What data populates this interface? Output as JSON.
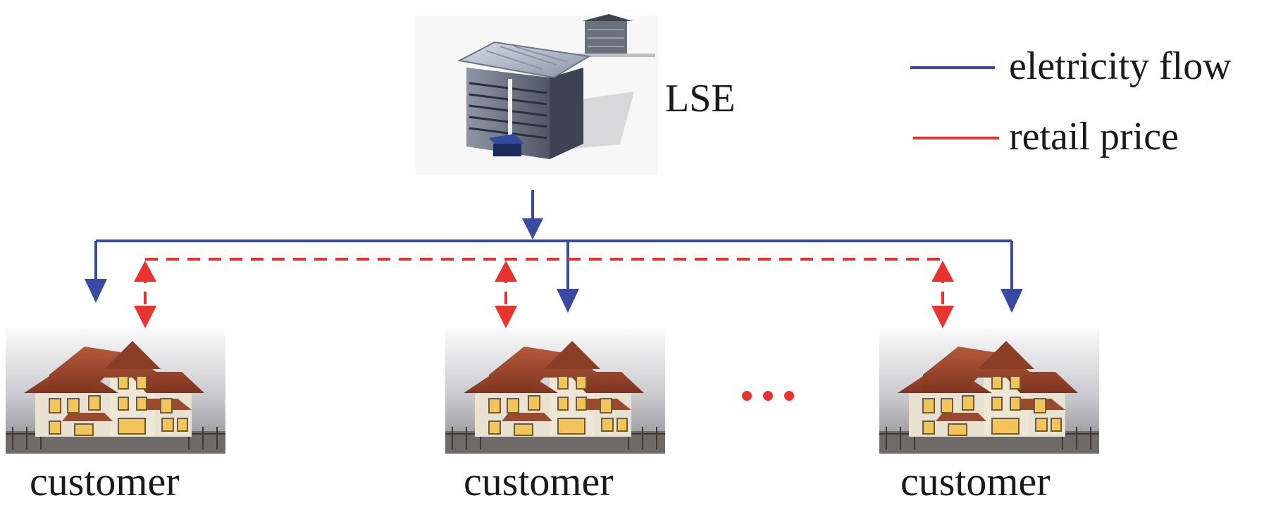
{
  "lse": {
    "label": "LSE",
    "icon": "office-building-icon"
  },
  "legend": {
    "items": [
      {
        "label": "eletricity flow",
        "color": "#3a4aa0",
        "style": "solid"
      },
      {
        "label": "retail price",
        "color": "#e8332f",
        "style": "solid"
      }
    ]
  },
  "customers": [
    {
      "label": "customer",
      "icon": "house-icon"
    },
    {
      "label": "customer",
      "icon": "house-icon"
    },
    {
      "label": "customer",
      "icon": "house-icon"
    }
  ],
  "ellipsis": {
    "text": "...",
    "color": "#e8332f"
  },
  "colors": {
    "electricity": "#3a4aa0",
    "price": "#e8332f"
  }
}
